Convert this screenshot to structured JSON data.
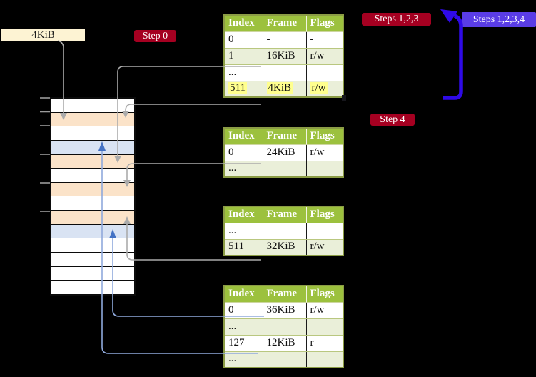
{
  "colors": {
    "bg": "#000000",
    "badge_red": "#a50021",
    "badge_blue": "#5a3de6",
    "big_arrow": "#2f0ae8",
    "gray_arrow": "#ababab",
    "blue_line": "#8fa9dc",
    "blue_head": "#4472c4",
    "tick_gray": "#9a9a9a",
    "table_header_bg": "#9cc13e",
    "table_border": "#8b9c45",
    "table_row_shade": "#eaefd9",
    "highlight": "#ffff8e",
    "frame_label_bg": "#fdf3d3",
    "mem_orange": "#fbe3c9",
    "mem_blue": "#d9e3f3"
  },
  "labels": {
    "frame_size": "4KiB",
    "step0": "Step 0",
    "steps123": "Steps 1,2,3",
    "steps1234": "Steps 1,2,3,4",
    "step4": "Step 4"
  },
  "memory_column": {
    "rows": [
      "white",
      "orange",
      "white",
      "blue",
      "orange",
      "white",
      "orange",
      "white",
      "orange",
      "blue",
      "white",
      "white",
      "white",
      "white"
    ]
  },
  "tables": [
    {
      "name": "page-table-level-top",
      "headers": [
        "Index",
        "Frame",
        "Flags"
      ],
      "rows": [
        {
          "cells": [
            "0",
            "-",
            "-"
          ],
          "shaded": false,
          "highlight": false
        },
        {
          "cells": [
            "1",
            "16KiB",
            "r/w"
          ],
          "shaded": true,
          "highlight": false
        },
        {
          "cells": [
            "...",
            "",
            ""
          ],
          "shaded": false,
          "highlight": false
        },
        {
          "cells": [
            "511",
            "4KiB",
            "r/w"
          ],
          "shaded": true,
          "highlight": true
        }
      ]
    },
    {
      "name": "page-table-second",
      "headers": [
        "Index",
        "Frame",
        "Flags"
      ],
      "rows": [
        {
          "cells": [
            "0",
            "24KiB",
            "r/w"
          ],
          "shaded": false,
          "highlight": false
        },
        {
          "cells": [
            "...",
            "",
            ""
          ],
          "shaded": true,
          "highlight": false
        }
      ]
    },
    {
      "name": "page-table-third",
      "headers": [
        "Index",
        "Frame",
        "Flags"
      ],
      "rows": [
        {
          "cells": [
            "...",
            "",
            ""
          ],
          "shaded": false,
          "highlight": false
        },
        {
          "cells": [
            "511",
            "32KiB",
            "r/w"
          ],
          "shaded": true,
          "highlight": false
        }
      ]
    },
    {
      "name": "page-table-bottom",
      "headers": [
        "Index",
        "Frame",
        "Flags"
      ],
      "rows": [
        {
          "cells": [
            "0",
            "36KiB",
            "r/w"
          ],
          "shaded": false,
          "highlight": false
        },
        {
          "cells": [
            "...",
            "",
            ""
          ],
          "shaded": true,
          "highlight": false
        },
        {
          "cells": [
            "127",
            "12KiB",
            "r"
          ],
          "shaded": false,
          "highlight": false
        },
        {
          "cells": [
            "...",
            "",
            ""
          ],
          "shaded": true,
          "highlight": false
        }
      ]
    }
  ]
}
